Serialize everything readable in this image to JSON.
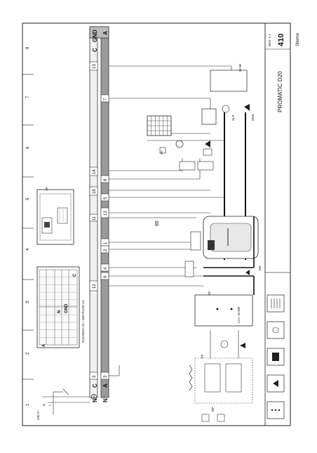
{
  "columns": [
    "1",
    "2",
    "3",
    "4",
    "5",
    "6",
    "7",
    "8"
  ],
  "terminals": {
    "C": [
      "3",
      "12",
      "9",
      "1",
      "11",
      "16",
      "14",
      "13"
    ],
    "A": [
      "3",
      "4",
      "2",
      "13",
      "5",
      "8",
      "7"
    ]
  },
  "labels": {
    "gnd": "GND",
    "c": "C",
    "a": "A",
    "n": "N",
    "housing": "HOUSING H1 / GEHÄUSE H1",
    "housing_gnd": "GND",
    "housing_n": "N",
    "housing_c": "C",
    "housing_a": "A",
    "supply": "230 V~",
    "supply_n": "N",
    "supply_l": "L",
    "boiler_power": "Lt>= 10 kW"
  },
  "component_tags": [
    "SF",
    "VF",
    "FF",
    "SLP",
    "MVK",
    "MV",
    "WF",
    "AF",
    "DHW"
  ],
  "title_block": {
    "product": "PROMATIC D20",
    "number": "410",
    "rev": "REV. 1.1",
    "caption": "Sheme",
    "page": "85"
  },
  "symbols": [
    "heat-pump-icon",
    "pump-icon",
    "boiler-icon",
    "mixing-valve-icon",
    "controller-icon"
  ]
}
